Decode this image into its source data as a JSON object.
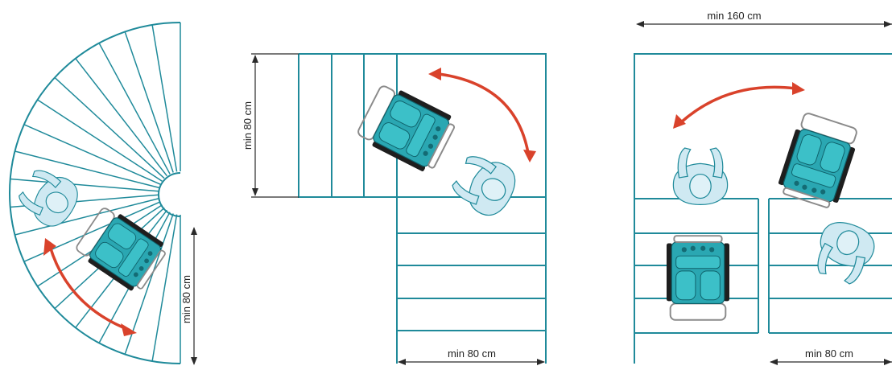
{
  "dimensions": {
    "spiral_width": "min 80 cm",
    "landing_depth": "min 80 cm",
    "landing_width": "min 80 cm",
    "platform_length": "min 160 cm",
    "split_stair_width": "min 80 cm"
  },
  "colors": {
    "stair_lines": "#1f8a9a",
    "turn_arrow": "#d9422b",
    "stairlift": "#2aa7b2",
    "person": "#cfe9f2"
  },
  "icons": [
    "stairlift-icon",
    "person-icon",
    "turn-arrow-icon"
  ]
}
